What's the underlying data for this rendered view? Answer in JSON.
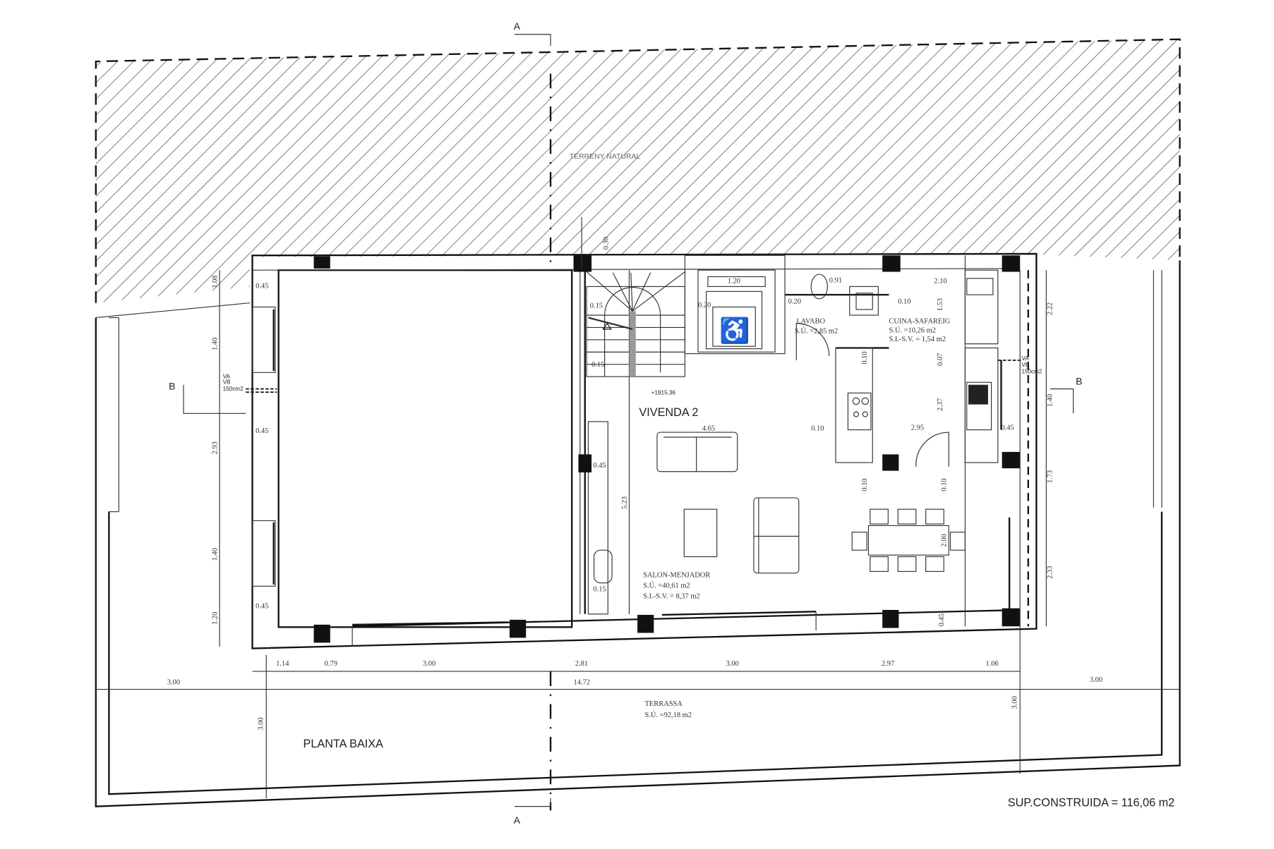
{
  "drawing": {
    "title": "PLANTA BAIXA",
    "unit_name": "VIVENDA 2",
    "terrain_label": "TERRENY NATURAL",
    "total_built_area": "SUP.CONSTRUIDA = 116,06 m2",
    "section_markers": {
      "a_top": "A",
      "a_bottom": "A",
      "b_left": "B",
      "b_right": "B"
    },
    "level_mark": "+1915.36"
  },
  "rooms": [
    {
      "name": "LAVABO",
      "useful_area": "S.Ú. =2,85 m2"
    },
    {
      "name": "CUINA-SAFAREIG",
      "useful_area": "S.Ú. =10,26 m2",
      "extra_area": "S.I.-S.V. = 1,54 m2"
    },
    {
      "name": "SALON-MENJADOR",
      "useful_area": "S.Ú. =40,61 m2",
      "extra_area": "S.I.-S.V. = 8,37 m2"
    },
    {
      "name": "TERRASSA",
      "useful_area": "S.Ú. =92,18 m2"
    }
  ],
  "vents": {
    "left": [
      "VA",
      "VB",
      "150cm2"
    ],
    "right": [
      "VA",
      "VB",
      "150cm2"
    ]
  },
  "dimensions": {
    "bottom_row": [
      "1.14",
      "0.79",
      "3.00",
      "2.81",
      "3.00",
      "2.97",
      "1.06"
    ],
    "overall_row": [
      "3.00",
      "14.72",
      "3.00"
    ],
    "left_vertical": [
      "1.08",
      "1.40",
      "2.93",
      "1.40",
      "1.20"
    ],
    "left_wall": [
      "0.45",
      "0.45",
      "0.45"
    ],
    "right_vertical": [
      "2.22",
      "1.40",
      "1.73",
      "2.33"
    ],
    "terrace_depth": [
      "3.00",
      "3.00"
    ],
    "interior": [
      "0.30",
      "0.15",
      "0.15",
      "0.20",
      "0.20",
      "1.20",
      "0.10",
      "0.10",
      "2.10",
      "1.53",
      "0.07",
      "2.37",
      "2.95",
      "0.10",
      "4.65",
      "0.45",
      "0.15",
      "5.23",
      "0.10",
      "0.10",
      "2.00",
      "0.45",
      "0.45",
      "0.91"
    ]
  },
  "colors": {
    "ink": "#111111",
    "paper": "#ffffff",
    "hatch": "#555555"
  }
}
